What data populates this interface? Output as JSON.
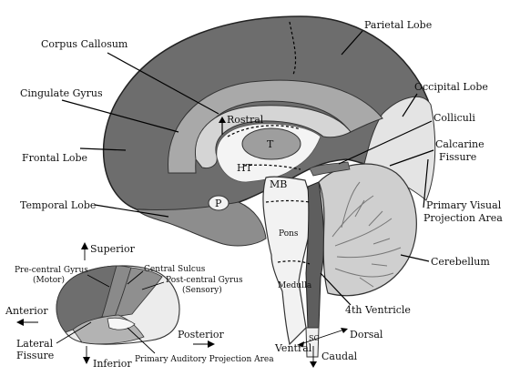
{
  "labels": {
    "parietal_lobe": "Parietal Lobe",
    "corpus_callosum": "Corpus Callosum",
    "occipital_lobe": "Occipital Lobe",
    "cingulate_gyrus": "Cingulate Gyrus",
    "colliculi": "Colliculi",
    "rostral": "Rostral",
    "thalamus": "T",
    "calcarine_fissure": "Calcarine Fissure",
    "frontal_lobe": "Frontal Lobe",
    "hypothalamus": "HT",
    "midbrain": "MB",
    "pituitary": "P",
    "temporal_lobe": "Temporal Lobe",
    "primary_visual": "Primary Visual Projection Area",
    "pons": "Pons",
    "cerebellum": "Cerebellum",
    "medulla": "Medulla",
    "fourth_ventricle": "4th Ventricle",
    "spinal_cord": "SC",
    "dorsal": "Dorsal",
    "ventral": "Ventral",
    "caudal": "Caudal"
  },
  "inset": {
    "superior": "Superior",
    "inferior": "Inferior",
    "anterior": "Anterior",
    "posterior": "Posterior",
    "precentral": "Pre-central Gyrus (Motor)",
    "central_sulcus": "Central Sulcus",
    "postcentral": "Post-central Gyrus (Sensory)",
    "lateral_fissure": "Lateral Fissure",
    "auditory": "Primary Auditory Projection Area"
  }
}
